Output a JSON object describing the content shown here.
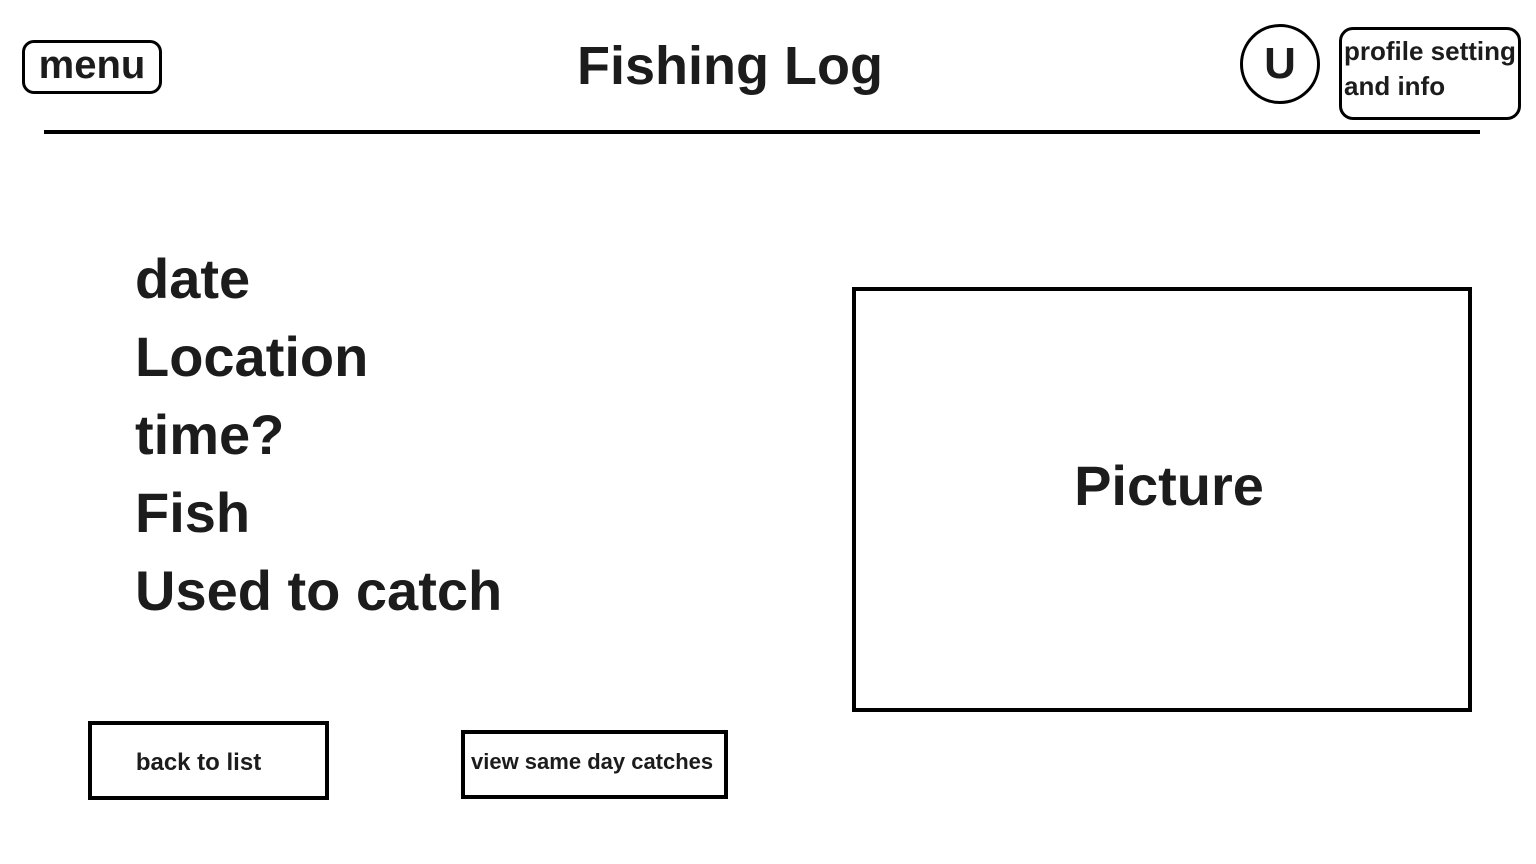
{
  "header": {
    "menu_label": "menu",
    "title": "Fishing Log",
    "avatar_letter": "U",
    "profile_line1": "profile setting",
    "profile_line2": "and info"
  },
  "entry_fields": [
    "date",
    "Location",
    "time?",
    "Fish",
    "Used to catch"
  ],
  "picture_label": "Picture",
  "buttons": {
    "back_to_list": "back to list",
    "view_same_day": "view same day catches"
  }
}
